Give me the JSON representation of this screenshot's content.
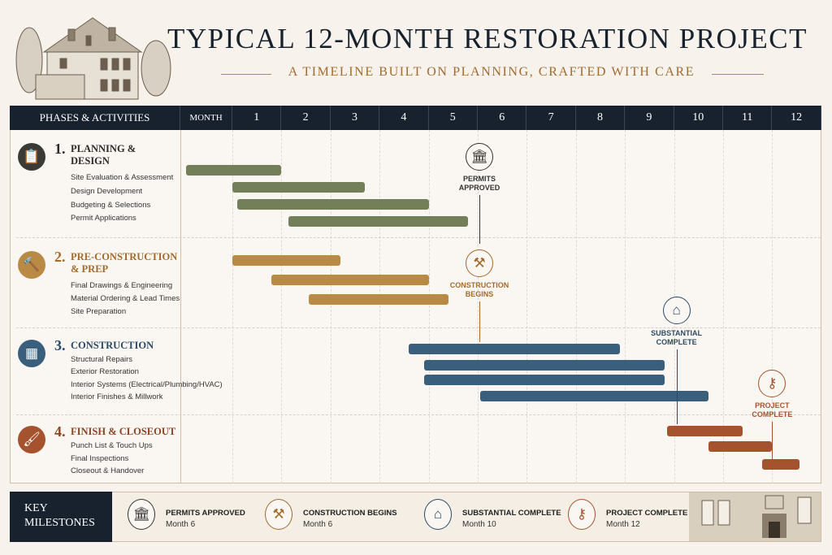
{
  "header": {
    "title": "TYPICAL 12-MONTH RESTORATION PROJECT",
    "subtitle": "A TIMELINE BUILT ON PLANNING, CRAFTED WITH CARE"
  },
  "colors": {
    "navy": "#17222e",
    "planning": "#727f58",
    "preconstruction": "#b98a43",
    "construction": "#3a5f7d",
    "finish": "#a5522f"
  },
  "chart_data": {
    "type": "gantt",
    "title": "TYPICAL 12-MONTH RESTORATION PROJECT",
    "column_header": "PHASES & ACTIVITIES",
    "month_label": "MONTH",
    "months": [
      "1",
      "2",
      "3",
      "4",
      "5",
      "6",
      "7",
      "8",
      "9",
      "10",
      "11",
      "12"
    ],
    "phases": [
      {
        "number": "1.",
        "title": "PLANNING & DESIGN",
        "icon": "clipboard-icon",
        "color": "#727f58",
        "title_color": "#2b2b2b",
        "activities": [
          {
            "name": "Site Evaluation & Assessment",
            "start": 0.05,
            "end": 2.0
          },
          {
            "name": "Design Development",
            "start": 1.0,
            "end": 3.7
          },
          {
            "name": "Budgeting & Selections",
            "start": 1.1,
            "end": 5.0
          },
          {
            "name": "Permit Applications",
            "start": 2.15,
            "end": 5.8
          }
        ]
      },
      {
        "number": "2.",
        "title": "PRE-CONSTRUCTION & PREP",
        "icon": "hammer-icon",
        "color": "#b98a43",
        "title_color": "#a26a2c",
        "activities": [
          {
            "name": "Final Drawings & Engineering",
            "start": 1.0,
            "end": 3.2
          },
          {
            "name": "Material Ordering & Lead Times",
            "start": 1.8,
            "end": 5.0
          },
          {
            "name": "Site Preparation",
            "start": 2.55,
            "end": 5.4
          }
        ]
      },
      {
        "number": "3.",
        "title": "CONSTRUCTION",
        "icon": "bricks-icon",
        "color": "#3a5f7d",
        "title_color": "#2c4a66",
        "activities": [
          {
            "name": "Structural Repairs",
            "start": 4.6,
            "end": 8.9
          },
          {
            "name": "Exterior Restoration",
            "start": 4.9,
            "end": 9.8
          },
          {
            "name": "Interior Systems (Electrical/Plumbing/HVAC)",
            "start": 4.9,
            "end": 9.8
          },
          {
            "name": "Interior Finishes & Millwork",
            "start": 6.05,
            "end": 10.7
          }
        ]
      },
      {
        "number": "4.",
        "title": "FINISH & CLOSEOUT",
        "icon": "paintbrush-icon",
        "color": "#a5522f",
        "title_color": "#8e4424",
        "activities": [
          {
            "name": "Punch List & Touch Ups",
            "start": 9.85,
            "end": 11.4
          },
          {
            "name": "Final Inspections",
            "start": 10.7,
            "end": 12.0
          },
          {
            "name": "Closeout & Handover",
            "start": 11.8,
            "end": 12.55
          }
        ]
      }
    ],
    "milestones": [
      {
        "label": "PERMITS APPROVED",
        "month": 6,
        "month_text": "Month 6",
        "icon": "courthouse-icon",
        "color": "#333333"
      },
      {
        "label": "CONSTRUCTION BEGINS",
        "month": 6,
        "month_text": "Month 6",
        "icon": "tools-icon",
        "color": "#a26a2c"
      },
      {
        "label": "SUBSTANTIAL COMPLETE",
        "month": 10,
        "month_text": "Month 10",
        "icon": "house-icon",
        "color": "#2c4a66"
      },
      {
        "label": "PROJECT COMPLETE",
        "month": 12,
        "month_text": "Month 12",
        "icon": "key-icon",
        "color": "#a5522f"
      }
    ]
  },
  "key_milestones": {
    "title": "KEY MILESTONES"
  }
}
